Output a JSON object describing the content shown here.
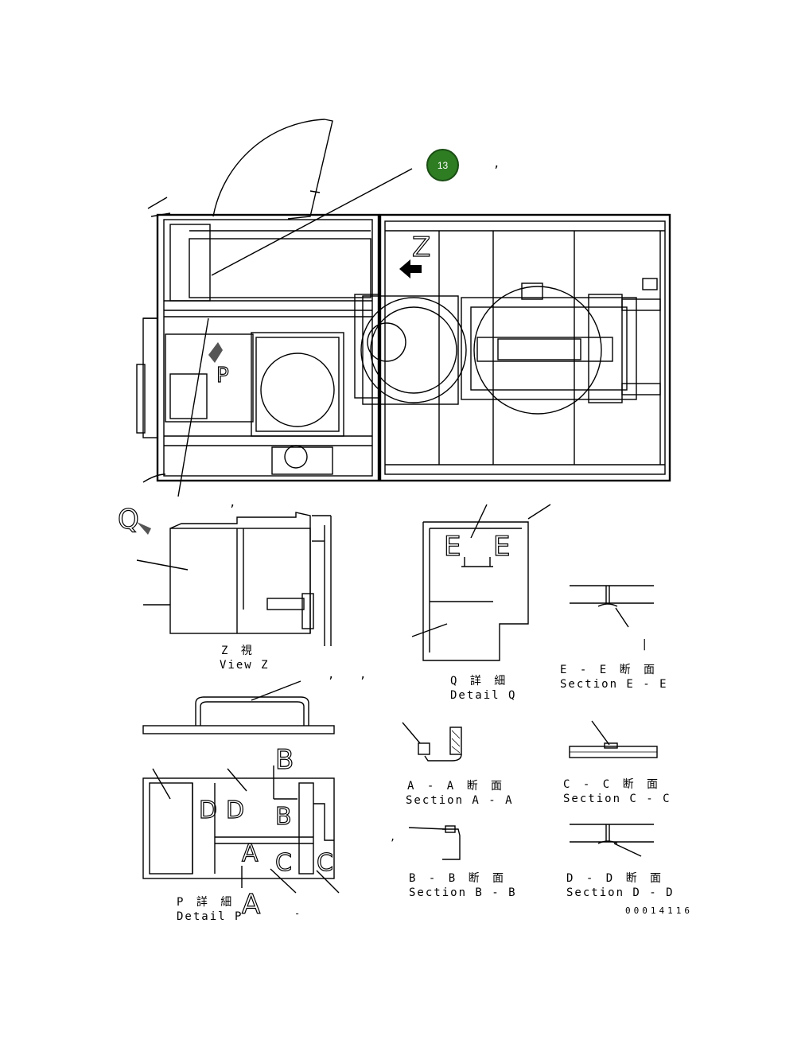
{
  "callout": {
    "number": "13",
    "color": "#2e7d23"
  },
  "view_letters": {
    "z": "Z",
    "q": "Q",
    "p": "P"
  },
  "section_letters": {
    "a": "A",
    "b": "B",
    "c": "C",
    "d": "D",
    "e": "E"
  },
  "titles": {
    "view_z_jp": "Z 視",
    "view_z_en": "View Z",
    "detail_q_jp": "Q 詳 細",
    "detail_q_en": "Detail Q",
    "detail_p_jp": "P 詳 細",
    "detail_p_en": "Detail P",
    "section_aa_jp": "A - A 断 面",
    "section_aa_en": "Section A - A",
    "section_bb_jp": "B - B 断 面",
    "section_bb_en": "Section B - B",
    "section_cc_jp": "C - C 断 面",
    "section_cc_en": "Section C - C",
    "section_dd_jp": "D - D 断 面",
    "section_dd_en": "Section D - D",
    "section_ee_jp": "E - E 断 面",
    "section_ee_en": "Section E - E"
  },
  "drawing_number": "00014116",
  "marks": {
    "comma": ",",
    "tick": "|",
    "dash": "-"
  }
}
